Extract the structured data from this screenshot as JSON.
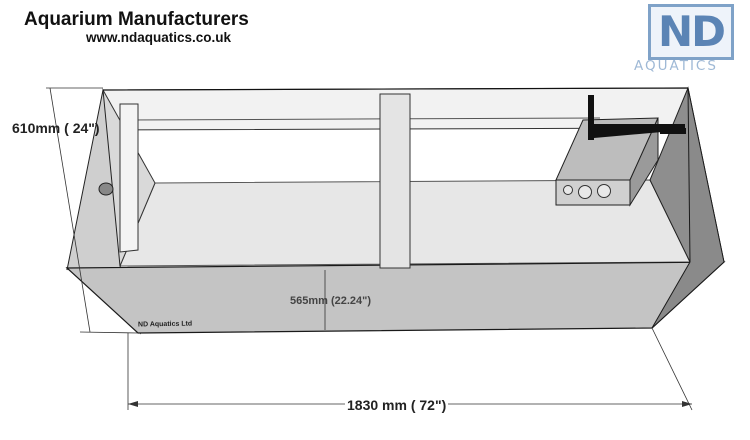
{
  "header": {
    "title": "Aquarium Manufacturers",
    "url": "www.ndaquatics.co.uk"
  },
  "logo": {
    "mark": "ND",
    "subtitle": "AQUATICS"
  },
  "dimensions": {
    "height": "610mm ( 24\")",
    "depth": "565mm (22.24\")",
    "length": "1830 mm ( 72\")"
  },
  "watermark": "ND Aquatics Ltd",
  "colors": {
    "glass_edge": "#1a1a1a",
    "panel": "#c4c4c4",
    "logo_blue": "#7fa2c8"
  }
}
